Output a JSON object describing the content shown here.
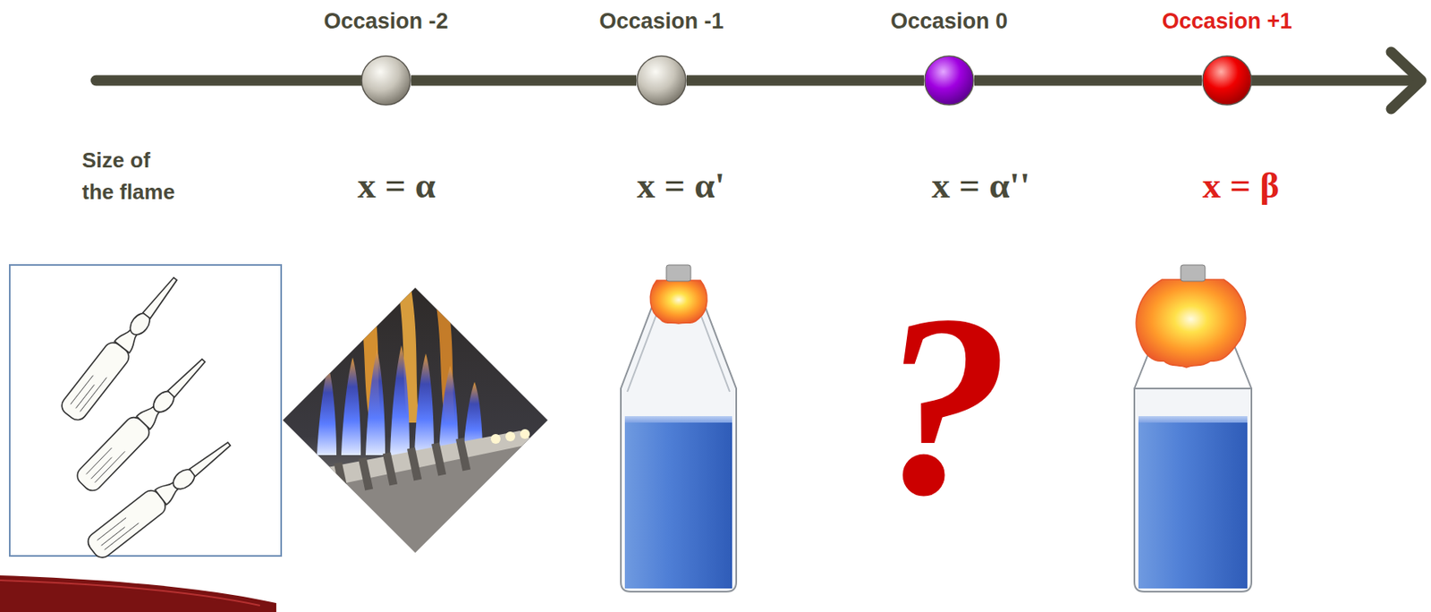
{
  "diagram": {
    "nodes": [
      {
        "text": [
          "Occasion -2"
        ]
      },
      {
        "text": [
          "Occasion -1"
        ]
      },
      {
        "text": [
          "Occasion 0"
        ]
      },
      {
        "text": [
          "Occasion +1"
        ]
      }
    ],
    "edges": [
      {
        "from": 0,
        "to": 1,
        "arrow": "none"
      },
      {
        "from": 1,
        "to": 2,
        "arrow": "none"
      },
      {
        "from": 2,
        "to": 3,
        "arrow": "none"
      }
    ],
    "labels": [
      "Size of the flame",
      "x = α",
      "x = α'",
      "x = α''",
      "x = β",
      "?"
    ]
  }
}
